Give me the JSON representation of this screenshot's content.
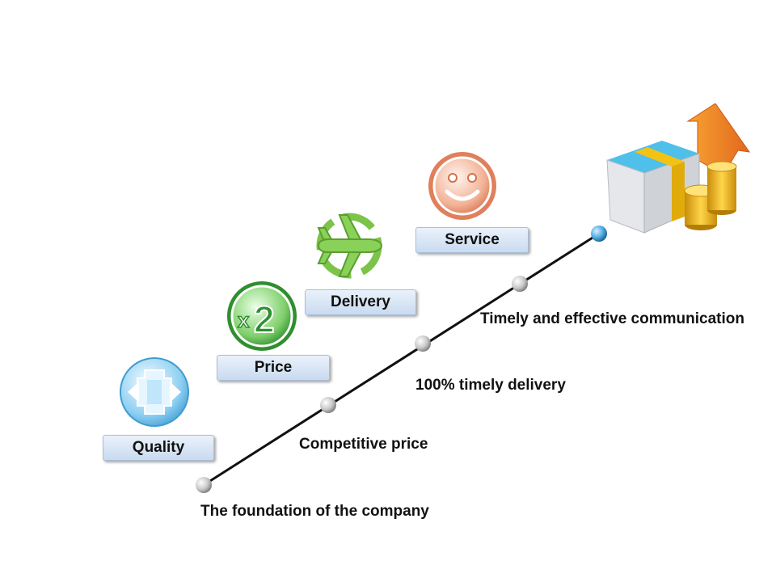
{
  "categories": [
    {
      "label": "Quality",
      "icon": "quality-arrows-icon"
    },
    {
      "label": "Price",
      "icon": "x2-icon"
    },
    {
      "label": "Delivery",
      "icon": "airplane-icon"
    },
    {
      "label": "Service",
      "icon": "smiley-icon"
    }
  ],
  "steps": [
    "The foundation of the company",
    "Competitive price",
    "100% timely delivery",
    "Timely and effective communication"
  ],
  "illustration": {
    "icon": "money-growth-icon"
  },
  "colors": {
    "label_fill_top": "#eaf2fb",
    "label_fill_bottom": "#c9daf0",
    "line": "#111111",
    "node": "#c8c8c8",
    "top_node": "#4aa8e0"
  }
}
